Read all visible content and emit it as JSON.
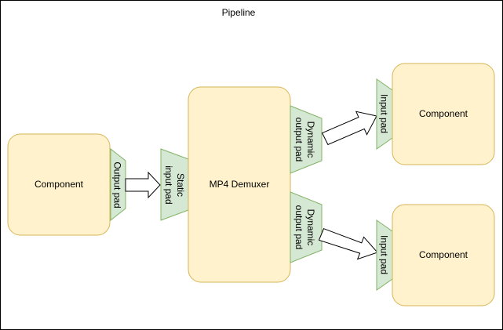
{
  "pipeline": {
    "title": "Pipeline",
    "background": "#ffffff",
    "border_color": "#000000"
  },
  "colors": {
    "component_fill": "#fff2cc",
    "component_stroke": "#d6b656",
    "pad_fill": "#d5e8d4",
    "pad_stroke": "#82b366",
    "arrow_fill": "#ffffff",
    "arrow_stroke": "#000000"
  },
  "components": {
    "source": {
      "label": "Component"
    },
    "sink_top": {
      "label": "Component"
    },
    "sink_bottom": {
      "label": "Component"
    }
  },
  "demuxer": {
    "label": "MP4 Demuxer"
  },
  "pads": {
    "source_output": {
      "label": "Output pad"
    },
    "demuxer_static_input": {
      "line1": "Static",
      "line2": "input pad"
    },
    "demuxer_dynamic_output_top": {
      "line1": "Dynamic",
      "line2": "output pad"
    },
    "demuxer_dynamic_output_bottom": {
      "line1": "Dynamic",
      "line2": "output pad"
    },
    "sink_top_input": {
      "label": "Input pad"
    },
    "sink_bottom_input": {
      "label": "Input pad"
    }
  }
}
